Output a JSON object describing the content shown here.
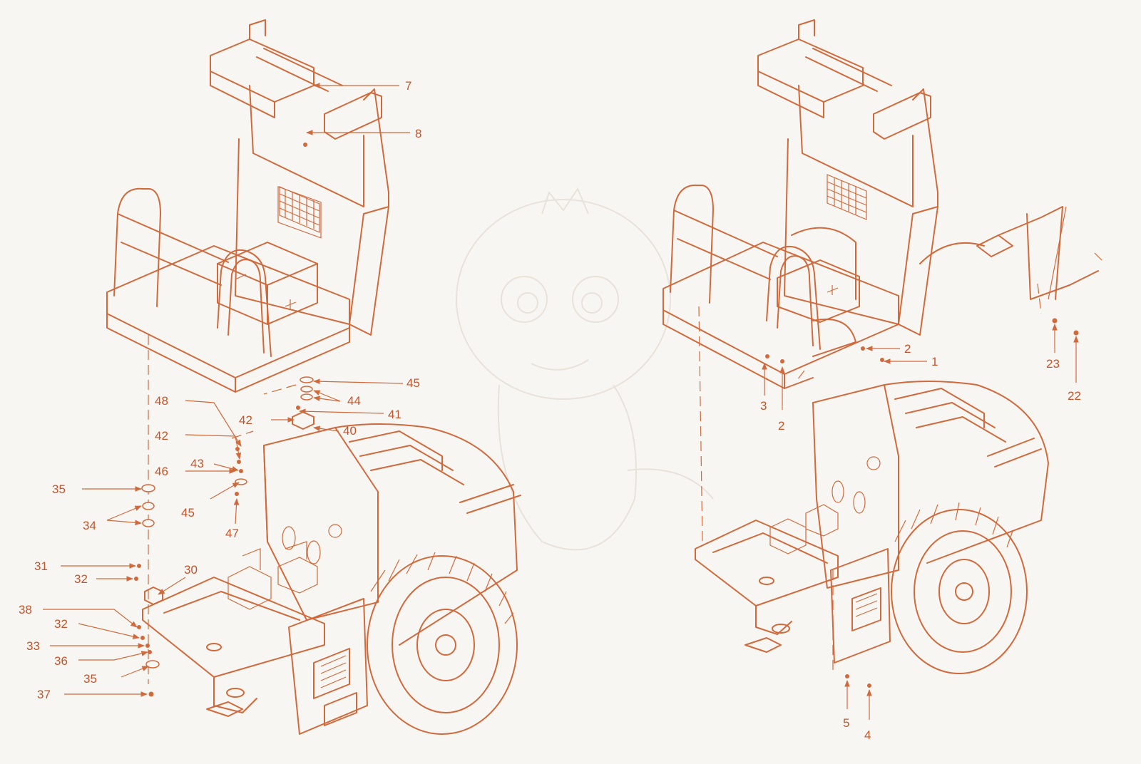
{
  "diagram": {
    "type": "exploded-parts-diagram",
    "line_color": "#d06a3d",
    "label_color": "#c5542a",
    "background": "#f8f6f2",
    "assemblies": [
      {
        "name": "left-assembly",
        "callouts": [
          "7",
          "8",
          "45",
          "44",
          "41",
          "42",
          "40",
          "48",
          "42",
          "43",
          "46",
          "45",
          "47",
          "35",
          "34",
          "31",
          "32",
          "30",
          "38",
          "32",
          "33",
          "36",
          "35",
          "37"
        ]
      },
      {
        "name": "right-assembly",
        "callouts": [
          "2",
          "1",
          "3",
          "2",
          "23",
          "22",
          "5",
          "4"
        ]
      }
    ]
  },
  "labels": {
    "l7": "7",
    "l8": "8",
    "l45a": "45",
    "l44": "44",
    "l41": "41",
    "l42a": "42",
    "l40": "40",
    "l48": "48",
    "l42b": "42",
    "l43": "43",
    "l46": "46",
    "l45b": "45",
    "l47": "47",
    "l35a": "35",
    "l34": "34",
    "l31": "31",
    "l32a": "32",
    "l30": "30",
    "l38": "38",
    "l32b": "32",
    "l33": "33",
    "l36": "36",
    "l35b": "35",
    "l37": "37",
    "r2a": "2",
    "r1": "1",
    "r3": "3",
    "r2b": "2",
    "r23": "23",
    "r22": "22",
    "r5": "5",
    "r4": "4"
  }
}
